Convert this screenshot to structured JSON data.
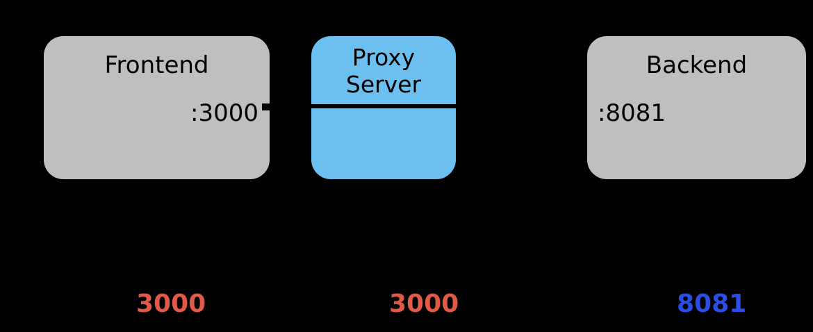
{
  "diagram": {
    "background_color": "#000000",
    "nodes": [
      {
        "id": "frontend",
        "title": "Frontend",
        "port": ":3000",
        "fill_color": "#bfbfbf",
        "text_color": "#000000"
      },
      {
        "id": "proxy",
        "title": "Proxy\nServer",
        "title_line1": "Proxy",
        "title_line2": "Server",
        "fill_color": "#6cc0ef",
        "text_color": "#000000",
        "divider_color": "#000000"
      },
      {
        "id": "backend",
        "title": "Backend",
        "port": ":8081",
        "fill_color": "#bfbfbf",
        "text_color": "#000000"
      }
    ],
    "port_labels": [
      {
        "id": "frontend-port-label",
        "text": "3000",
        "color": "#e05a47"
      },
      {
        "id": "proxy-port-label",
        "text": "3000",
        "color": "#e05a47"
      },
      {
        "id": "backend-port-label",
        "text": "8081",
        "color": "#2b4ee8"
      }
    ]
  }
}
